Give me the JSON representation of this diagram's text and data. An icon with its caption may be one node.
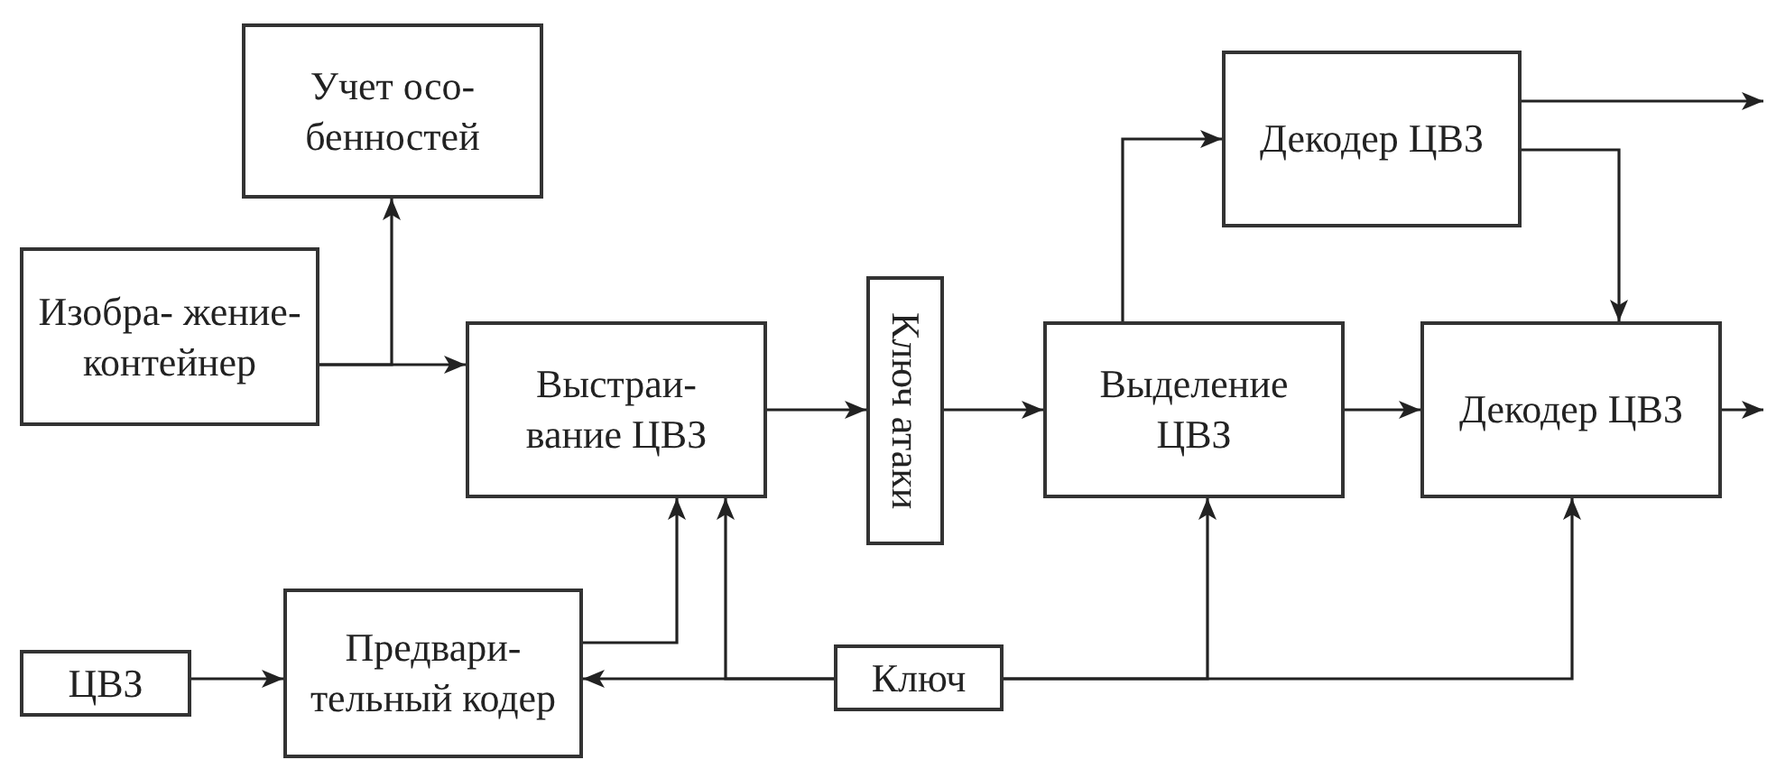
{
  "diagram": {
    "nodes": [
      {
        "text": [
          "Учет осо- бенностей"
        ]
      },
      {
        "text": [
          "Изобра- жение- контейнер"
        ]
      },
      {
        "text": [
          "Выстраи- вание ЦВЗ"
        ]
      },
      {
        "text": [
          "Ключ атаки"
        ]
      },
      {
        "text": [
          "Выделение ЦВЗ"
        ]
      },
      {
        "text": [
          "Декодер ЦВЗ"
        ]
      },
      {
        "text": [
          "Декодер ЦВЗ"
        ]
      },
      {
        "text": [
          "ЦВЗ"
        ]
      },
      {
        "text": [
          "Предвари- тельный кодер"
        ]
      },
      {
        "text": [
          "Ключ"
        ]
      }
    ],
    "edges": [
      {
        "from": 1,
        "to": 0,
        "arrow": "to"
      },
      {
        "from": 1,
        "to": 2,
        "arrow": "to"
      },
      {
        "from": 2,
        "to": 3,
        "arrow": "to"
      },
      {
        "from": 3,
        "to": 4,
        "arrow": "to"
      },
      {
        "from": 4,
        "to": 5,
        "arrow": "to"
      },
      {
        "from": 5,
        "to": 6,
        "arrow": "to"
      },
      {
        "from": 4,
        "to": 6,
        "arrow": "to"
      },
      {
        "from": 5,
        "to": null,
        "arrow": "to"
      },
      {
        "from": 6,
        "to": null,
        "arrow": "to"
      },
      {
        "from": 7,
        "to": 8,
        "arrow": "to"
      },
      {
        "from": 8,
        "to": 2,
        "arrow": "to"
      },
      {
        "from": 9,
        "to": 8,
        "arrow": "to"
      },
      {
        "from": 9,
        "to": 2,
        "arrow": "to"
      },
      {
        "from": 9,
        "to": 4,
        "arrow": "to"
      },
      {
        "from": 9,
        "to": 6,
        "arrow": "to"
      }
    ]
  }
}
